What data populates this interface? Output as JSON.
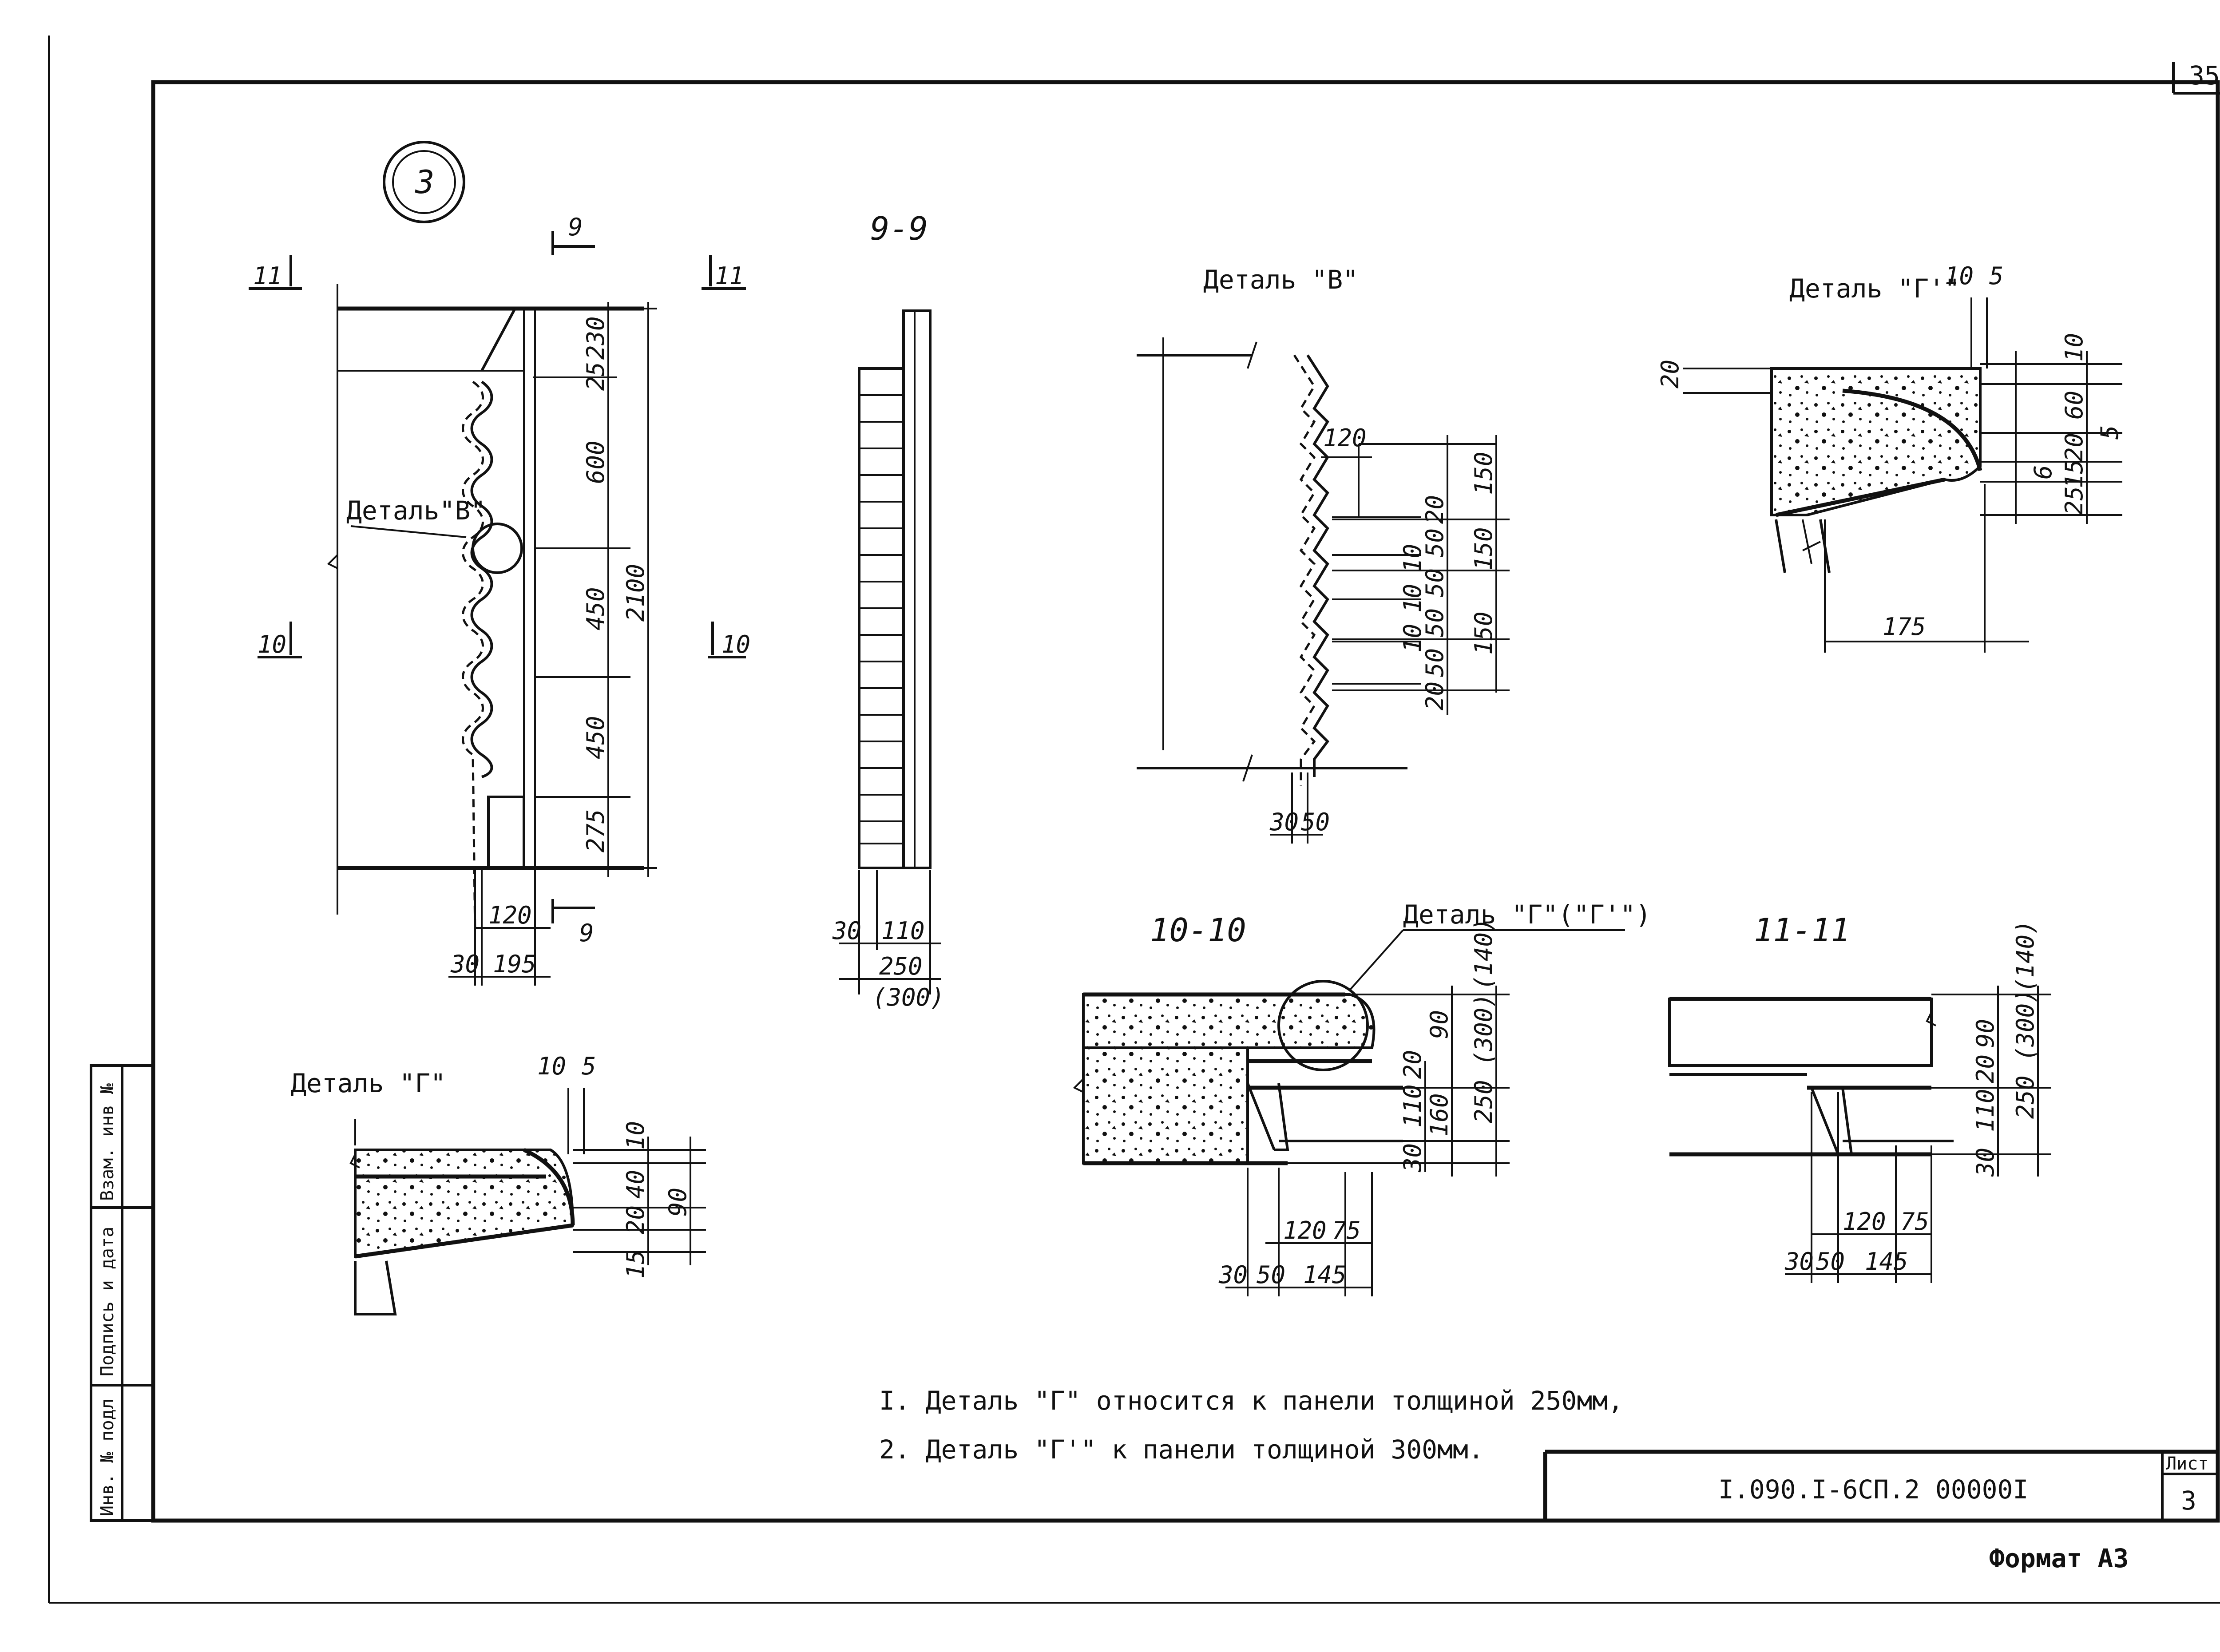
{
  "sheet": {
    "sheet_number": "35",
    "format": "Формат А3",
    "designation": "I.090.I-6СП.2 00000I",
    "sheet_label": "Лист",
    "sheet_value": "3",
    "node_number": "3"
  },
  "side_stamp": {
    "col1": "Инв. № подл",
    "col2": "Подпись и дата",
    "col3": "Взам. инв №"
  },
  "elevation": {
    "section_marks": [
      "9",
      "9",
      "11",
      "11",
      "10",
      "10"
    ],
    "detail_label": "Деталь\"В\"",
    "dims_right": [
      "230",
      "25",
      "600",
      "450",
      "450",
      "275"
    ],
    "overall": "2100",
    "dims_bottom": [
      "120",
      "30",
      "195"
    ]
  },
  "section_9": {
    "title": "9-9",
    "dims_bottom": [
      "30",
      "110",
      "250",
      "(300)"
    ]
  },
  "detail_B": {
    "title": "Деталь \"В\"",
    "dims": [
      "120",
      "150",
      "20",
      "150",
      "50",
      "10",
      "50",
      "10",
      "150",
      "50",
      "10",
      "50",
      "20",
      "30",
      "50"
    ]
  },
  "detail_G_prime": {
    "title": "Деталь \"Г'\"",
    "dims": [
      "10",
      "5",
      "10",
      "20",
      "60",
      "5",
      "20",
      "15",
      "6",
      "25",
      "175"
    ]
  },
  "detail_G": {
    "title": "Деталь \"Г\"",
    "dims": [
      "10",
      "5",
      "10",
      "40",
      "90",
      "20",
      "15"
    ]
  },
  "section_10": {
    "title": "10-10",
    "callout": "Деталь \"Г\"(\"Г'\")",
    "dims_right": [
      "(140)",
      "90",
      "20",
      "250 (300)",
      "110",
      "160",
      "30"
    ],
    "dims_bottom": [
      "120",
      "75",
      "30",
      "50",
      "145"
    ]
  },
  "section_11": {
    "title": "11-11",
    "dims_right": [
      "(140)",
      "90",
      "20",
      "250 (300)",
      "110",
      "30"
    ],
    "dims_bottom": [
      "120",
      "75",
      "30",
      "50",
      "145"
    ]
  },
  "notes": [
    "I. Деталь \"Г\" относится к панели толщиной 250мм,",
    "2. Деталь \"Г'\" к панели толщиной 300мм."
  ],
  "colors": {
    "ink": "#111111",
    "paper": "#ffffff"
  }
}
